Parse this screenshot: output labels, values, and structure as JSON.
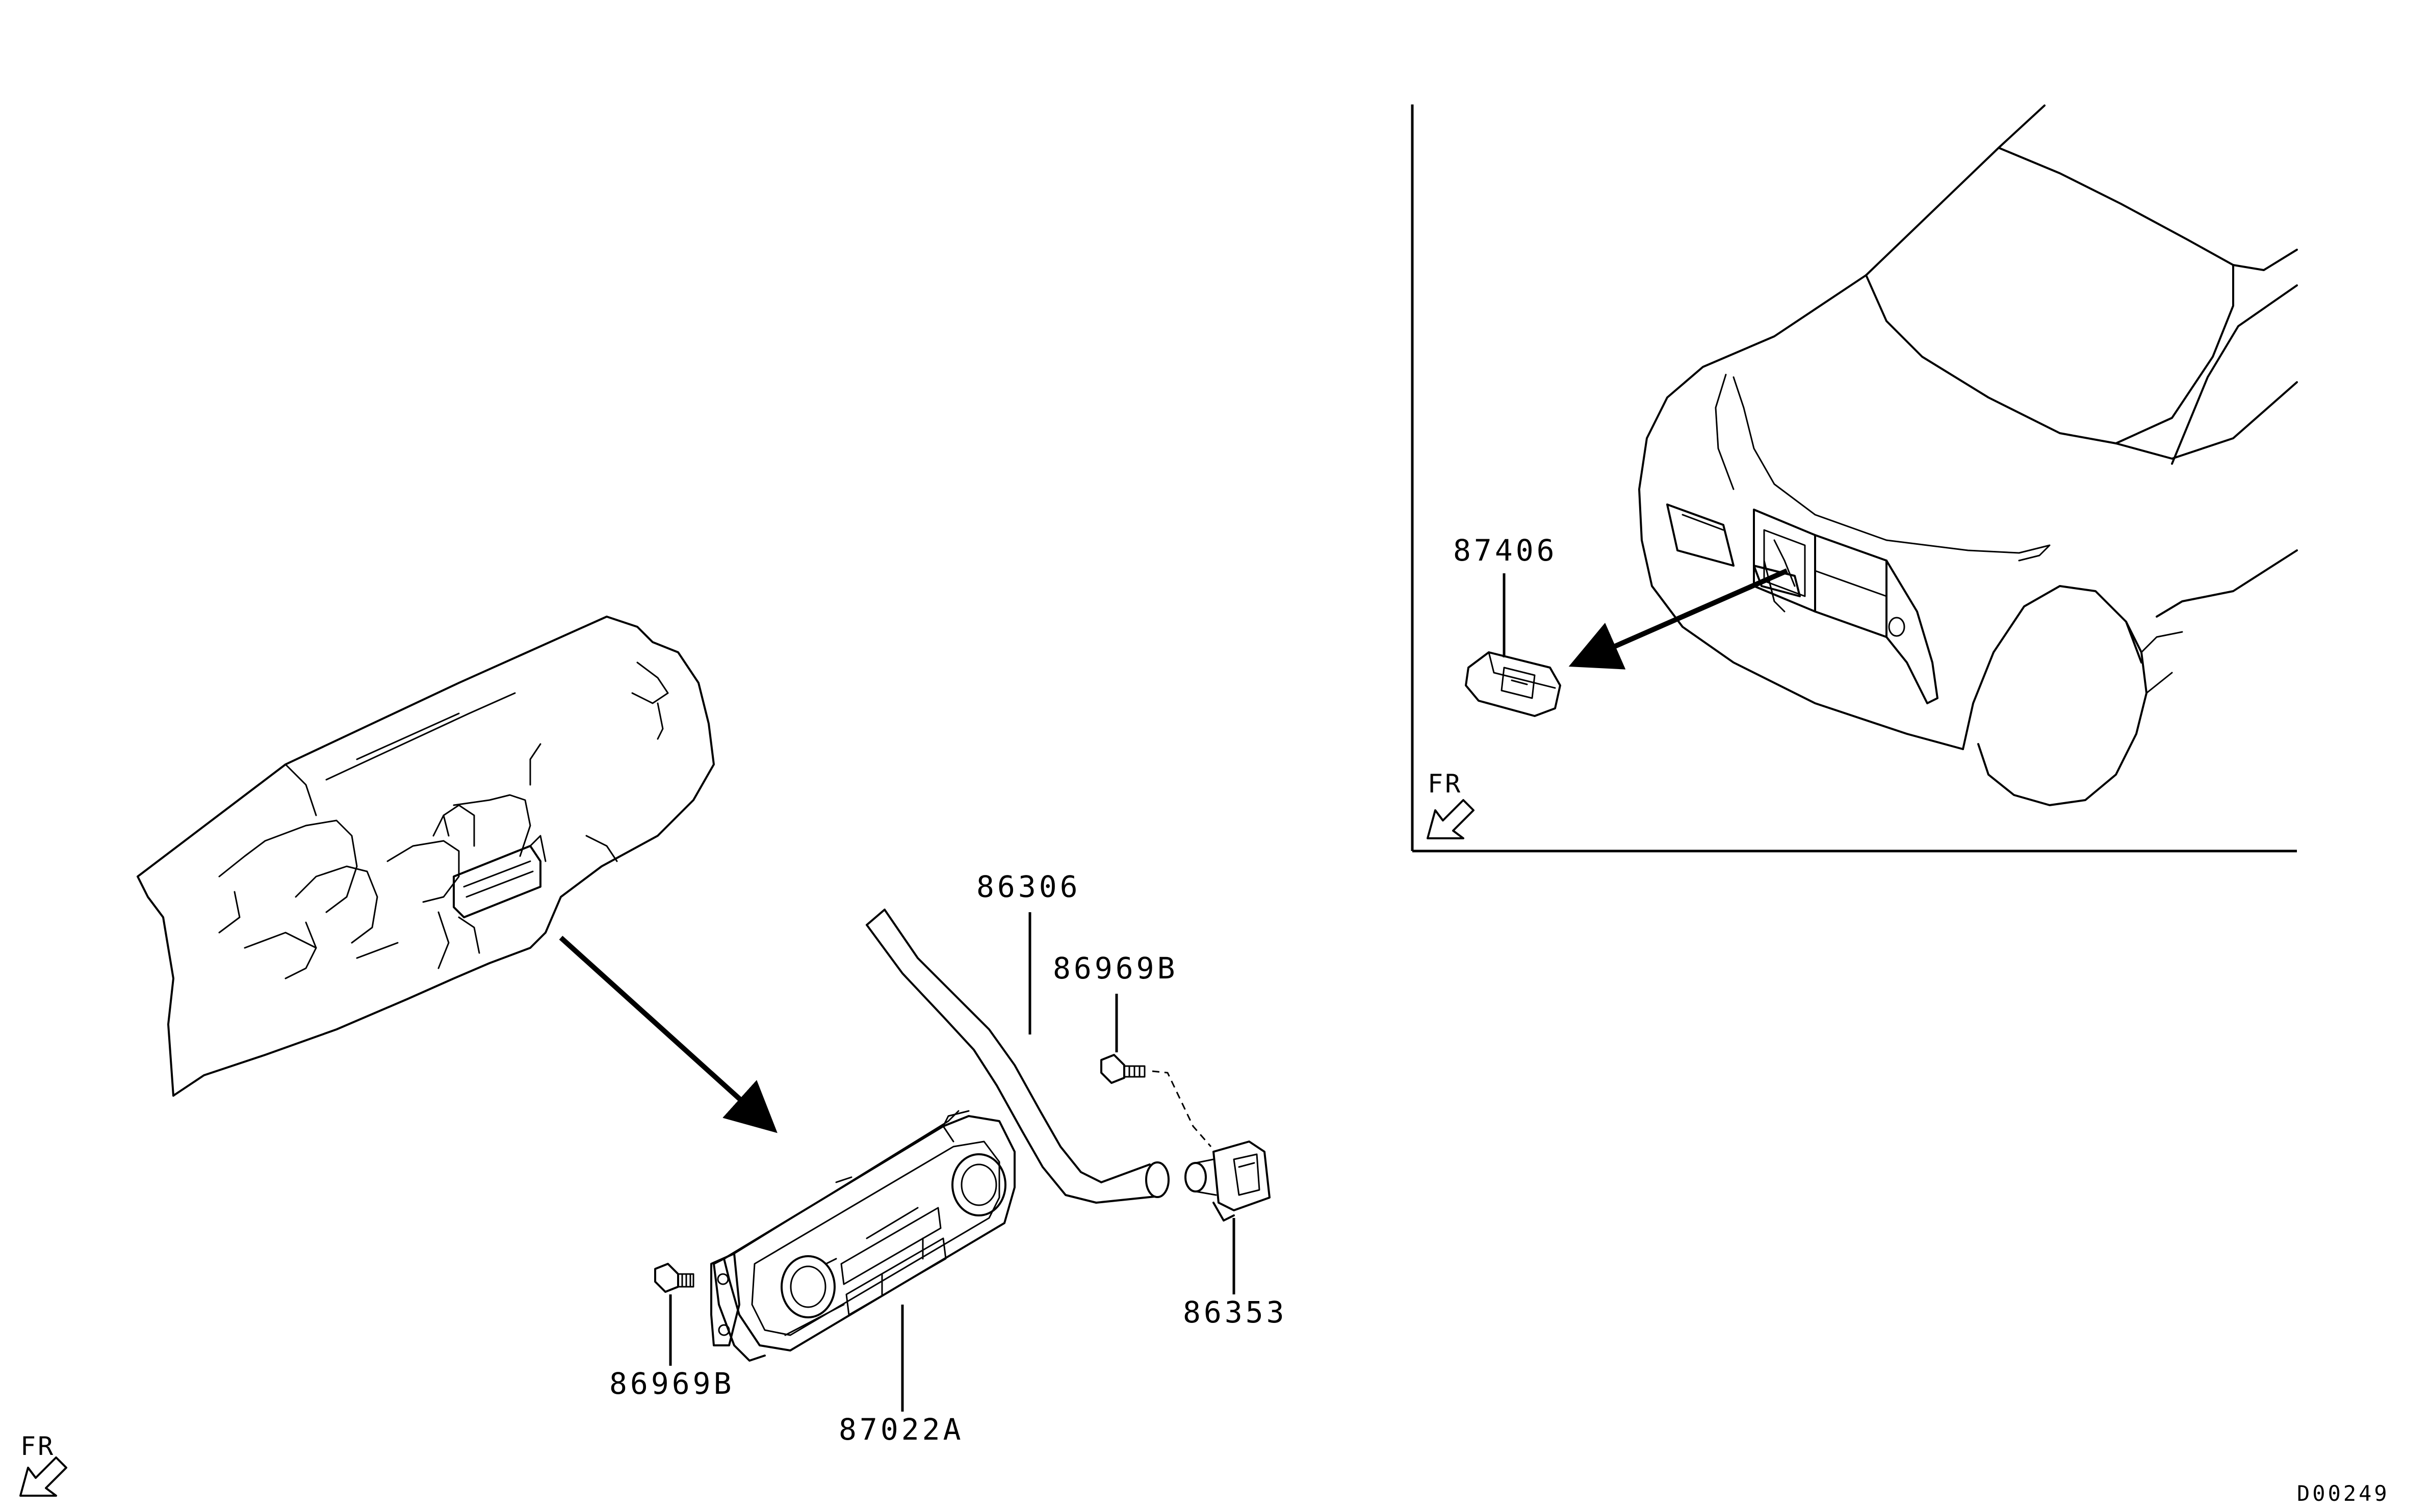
{
  "diagram": {
    "part_numbers": {
      "hose": "86306",
      "screw_upper": "86969B",
      "screw_lower": "86969B",
      "sensor": "86353",
      "control_panel": "87022A",
      "ambient_sensor": "87406"
    },
    "direction_label_main": "FR",
    "direction_label_inset": "FR",
    "drawing_code": "D00249"
  }
}
